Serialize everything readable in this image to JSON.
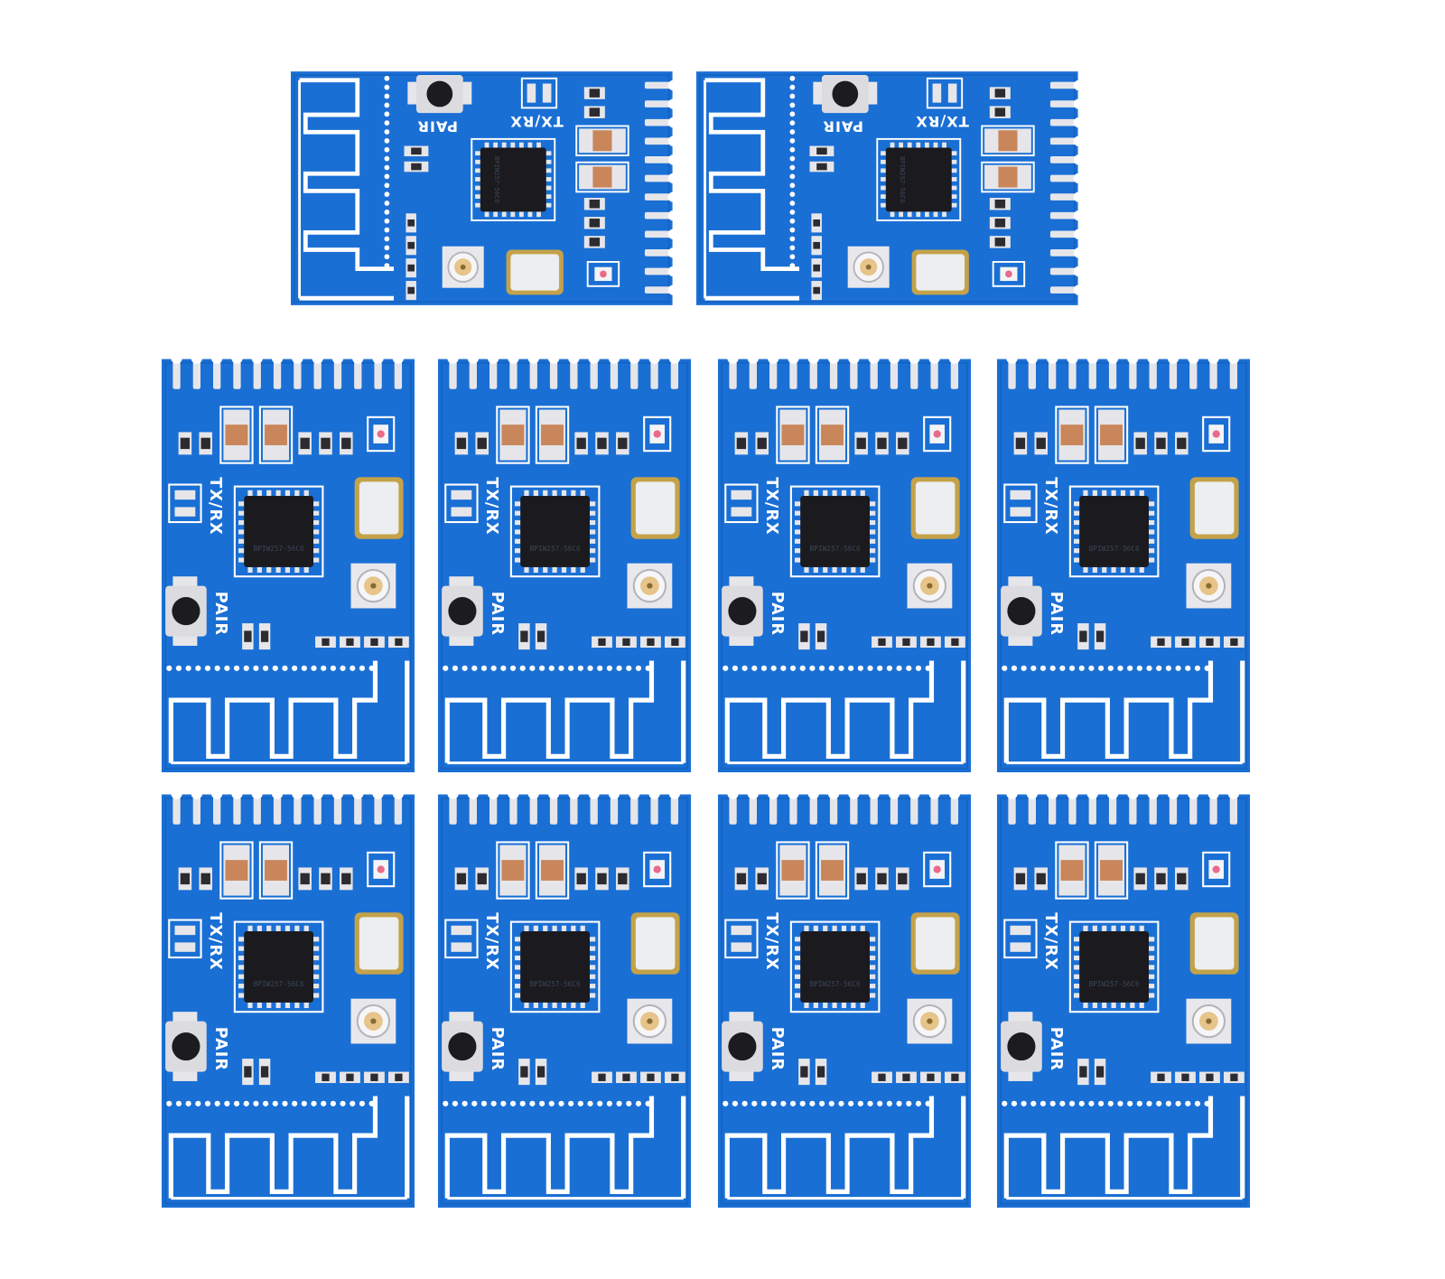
{
  "labels": {
    "pair": "PAIR",
    "txrx": "TX/RX",
    "chip_marking": "BPIW257-56C6"
  },
  "colors": {
    "pcb_blue": "#1a6fd4",
    "pcb_dark": "#0f55ad",
    "silk_white": "#ffffff",
    "pad_silver": "#e6e6ea",
    "chip_black": "#1b1b1f",
    "cap_tan": "#c9865a",
    "crystal_gold": "#c4a24a",
    "background": "#ffffff"
  },
  "counts": {
    "total_modules": 10,
    "landscape_modules": 2,
    "portrait_modules": 8
  },
  "icons": {
    "antenna": "meander-trace-antenna",
    "button": "tactile-pair-button",
    "connector": "ufl-antenna-connector",
    "crystal": "smd-crystal-oscillator",
    "chip": "qfn-rf-chip",
    "led": "status-led"
  }
}
